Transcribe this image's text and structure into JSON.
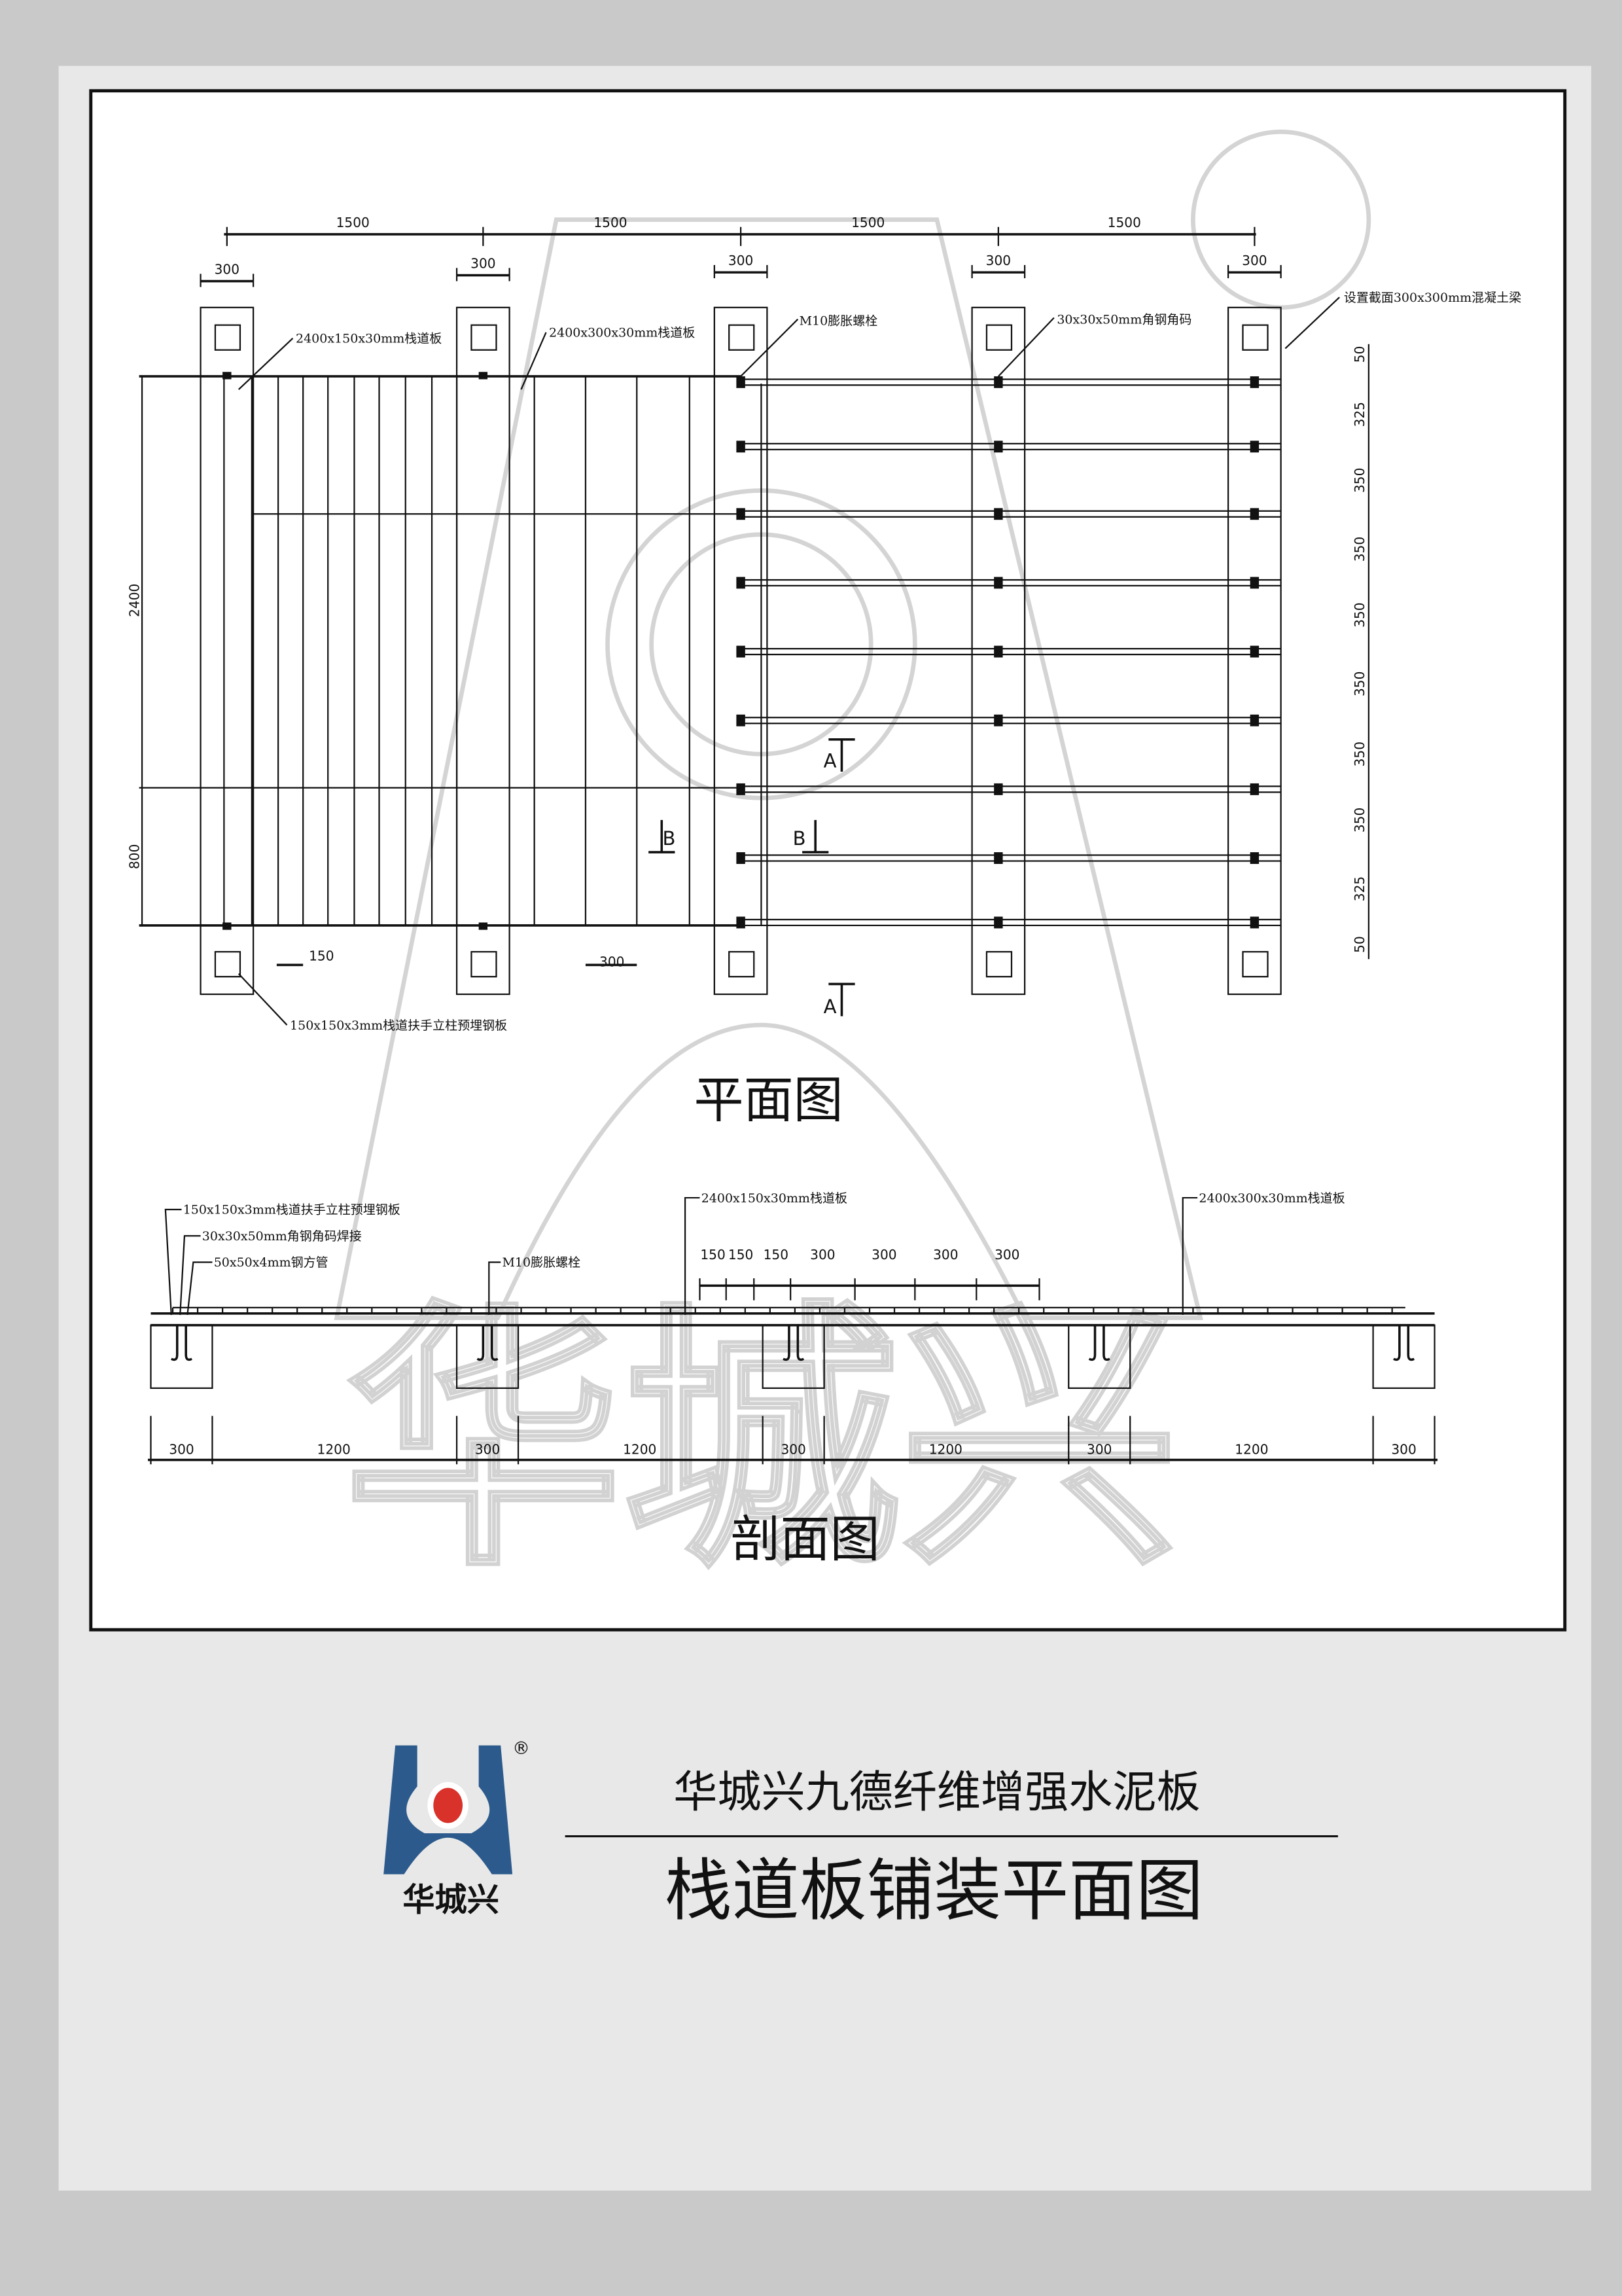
{
  "plan": {
    "title": "平面图",
    "span_dims": [
      "1500",
      "1500",
      "1500",
      "1500"
    ],
    "post_dims": [
      "300",
      "300",
      "300",
      "300",
      "300"
    ],
    "left_dims": [
      "2400",
      "800"
    ],
    "right_dims": [
      "50",
      "325",
      "350",
      "350",
      "350",
      "350",
      "350",
      "350",
      "325",
      "50"
    ],
    "bottom_dims": [
      "150",
      "300"
    ],
    "labels": {
      "board150": "2400x150x30mm栈道板",
      "board300": "2400x300x30mm栈道板",
      "bolt": "M10膨胀螺栓",
      "angle": "30x30x50mm角钢角码",
      "beam": "设置截面300x300mm混凝土梁",
      "plate": "150x150x3mm栈道扶手立柱预埋钢板"
    },
    "section_marks": [
      "A",
      "A",
      "B",
      "B"
    ]
  },
  "section": {
    "title": "剖面图",
    "labels": {
      "plate": "150x150x3mm栈道扶手立柱预埋钢板",
      "angle_weld": "30x30x50mm角钢角码焊接",
      "tube": "50x50x4mm钢方管",
      "bolt": "M10膨胀螺栓",
      "board150": "2400x150x30mm栈道板",
      "board300": "2400x300x30mm栈道板"
    },
    "board_dims": [
      "150",
      "150",
      "150",
      "300",
      "300",
      "300",
      "300"
    ],
    "bottom_dims": [
      "300",
      "1200",
      "300",
      "1200",
      "300",
      "1200",
      "300",
      "1200",
      "300"
    ]
  },
  "footer": {
    "brand": "华城兴",
    "registered": "®",
    "subtitle": "华城兴九德纤维增强水泥板",
    "title": "栈道板铺装平面图"
  },
  "colors": {
    "logo_blue": "#2c5a8c",
    "logo_red": "#d8322a",
    "page_bg": "#e8e8e8",
    "outer_bg": "#c9c9c9"
  }
}
